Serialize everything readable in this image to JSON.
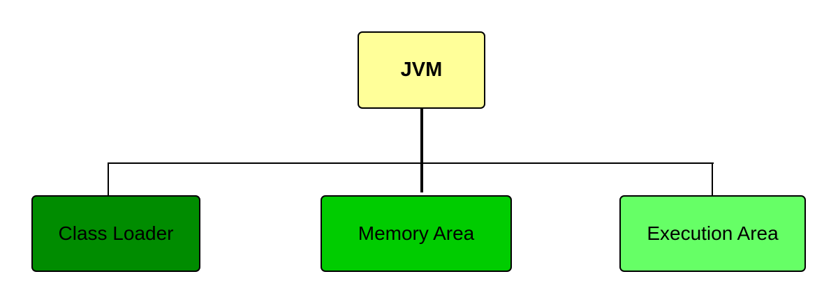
{
  "diagram": {
    "root": {
      "label": "JVM",
      "color": "#FFFF99"
    },
    "children": [
      {
        "label": "Class Loader",
        "color": "#008C00"
      },
      {
        "label": "Memory Area",
        "color": "#00CC00"
      },
      {
        "label": "Execution Area",
        "color": "#66FF66"
      }
    ]
  }
}
